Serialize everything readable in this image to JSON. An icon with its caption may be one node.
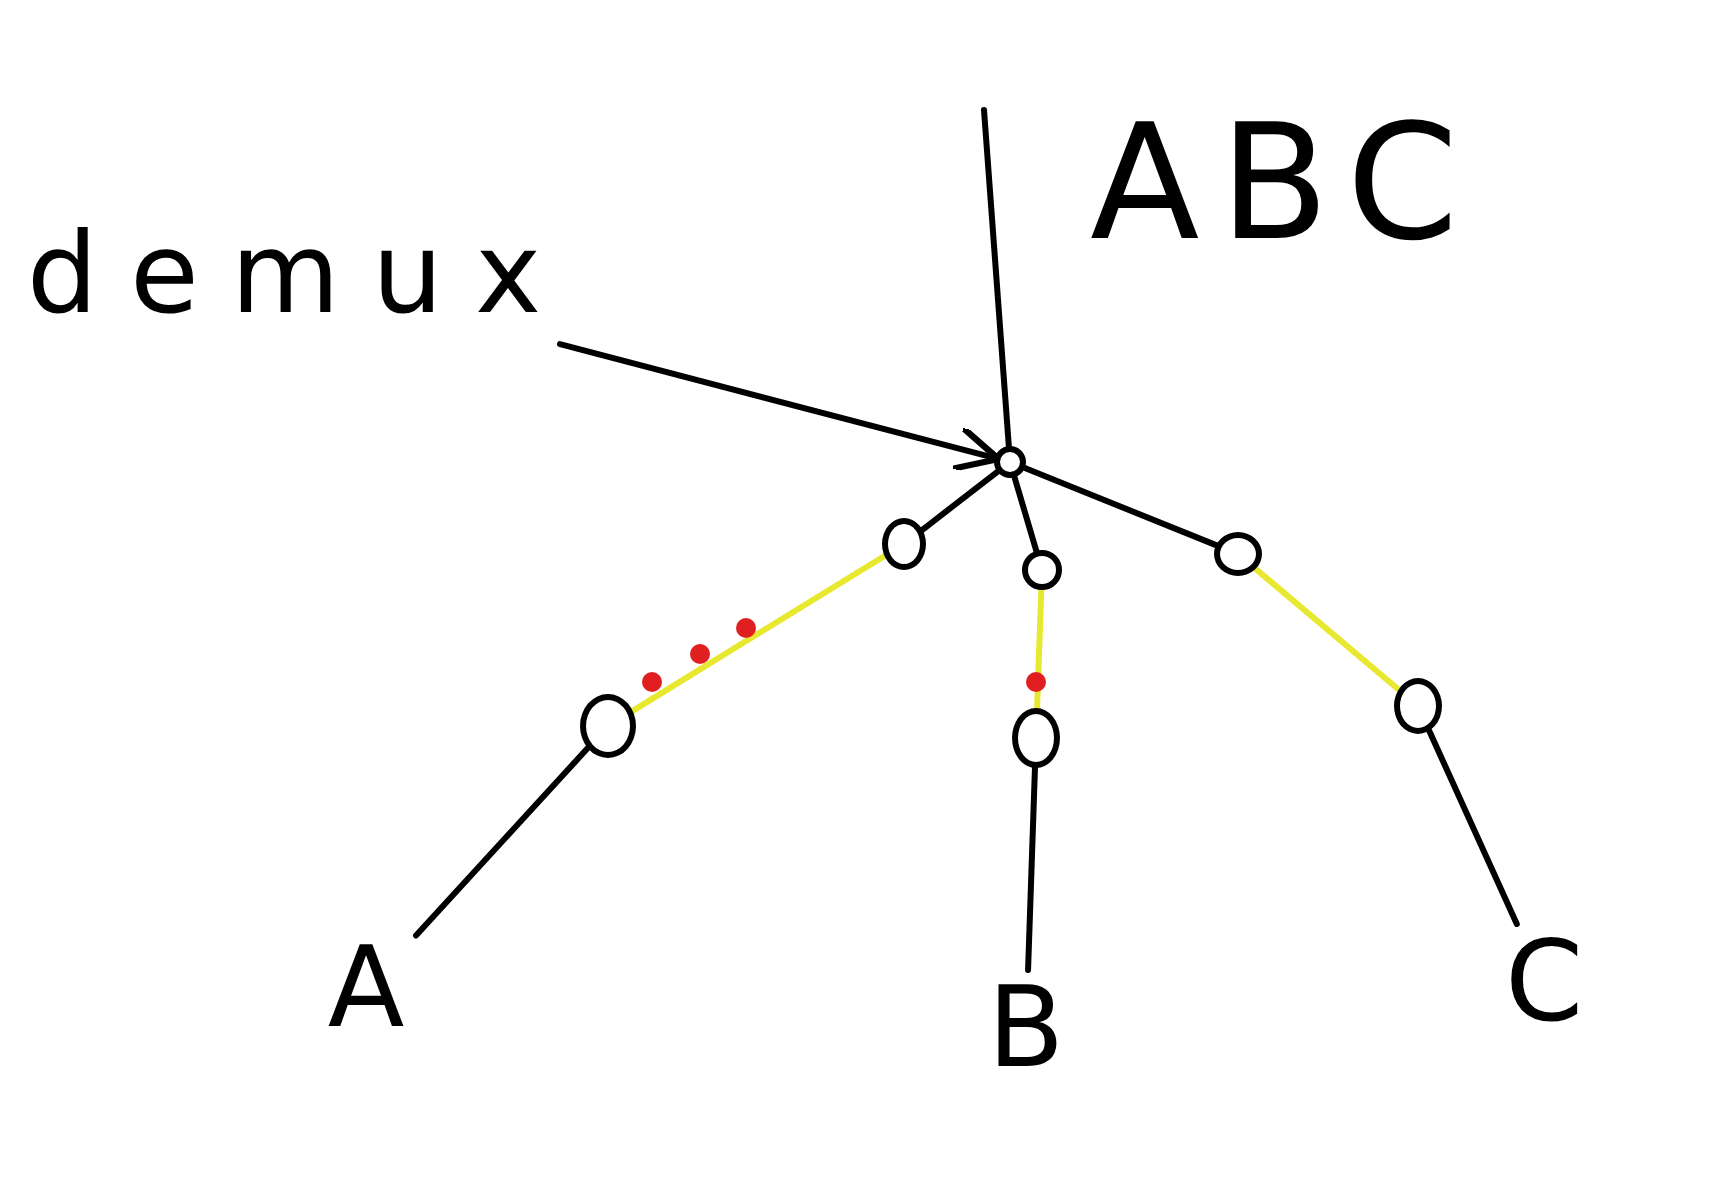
{
  "diagram": {
    "nodes": [
      {
        "text": [
          "demux"
        ]
      },
      {
        "text": [],
        "shape": "circle"
      },
      {
        "text": [],
        "shape": "circle"
      },
      {
        "text": [],
        "shape": "circle"
      },
      {
        "text": [],
        "shape": "circle"
      },
      {
        "text": [],
        "shape": "circle"
      },
      {
        "text": [],
        "shape": "circle"
      },
      {
        "text": [],
        "shape": "circle"
      },
      {
        "text": [
          "A"
        ]
      },
      {
        "text": [
          "B"
        ]
      },
      {
        "text": [
          "C"
        ]
      }
    ],
    "edges": [
      {
        "from": 0,
        "to": 1,
        "arrow": "to"
      },
      {
        "from": null,
        "to": 1,
        "arrow": "none"
      },
      {
        "from": 1,
        "to": 2,
        "arrow": "none"
      },
      {
        "from": 1,
        "to": 3,
        "arrow": "none"
      },
      {
        "from": 1,
        "to": 4,
        "arrow": "none"
      },
      {
        "from": 2,
        "to": 5,
        "arrow": "none",
        "color": "#e8e830"
      },
      {
        "from": 3,
        "to": 6,
        "arrow": "none",
        "color": "#e8e830"
      },
      {
        "from": 4,
        "to": 7,
        "arrow": "none",
        "color": "#e8e830"
      },
      {
        "from": 5,
        "to": 8,
        "arrow": "none"
      },
      {
        "from": 6,
        "to": 9,
        "arrow": "none"
      },
      {
        "from": 7,
        "to": 10,
        "arrow": "none"
      }
    ],
    "labels": [
      "ABC"
    ]
  }
}
